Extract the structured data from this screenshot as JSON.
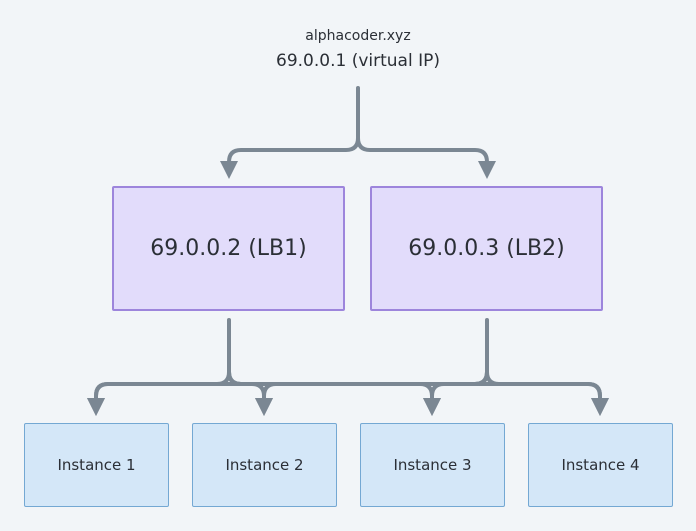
{
  "top": {
    "domain": "alphacoder.xyz",
    "virtual_ip": "69.0.0.1 (virtual IP)"
  },
  "load_balancers": [
    {
      "label": "69.0.0.2 (LB1)"
    },
    {
      "label": "69.0.0.3 (LB2)"
    }
  ],
  "instances": [
    {
      "label": "Instance 1"
    },
    {
      "label": "Instance 2"
    },
    {
      "label": "Instance 3"
    },
    {
      "label": "Instance 4"
    }
  ],
  "colors": {
    "background": "#f2f5f8",
    "connector": "#7b8793",
    "lb_fill": "#e2dcfb",
    "lb_border": "#9d85dc",
    "instance_fill": "#d4e7f8",
    "instance_border": "#74a8d3",
    "text": "#2b2f36"
  }
}
